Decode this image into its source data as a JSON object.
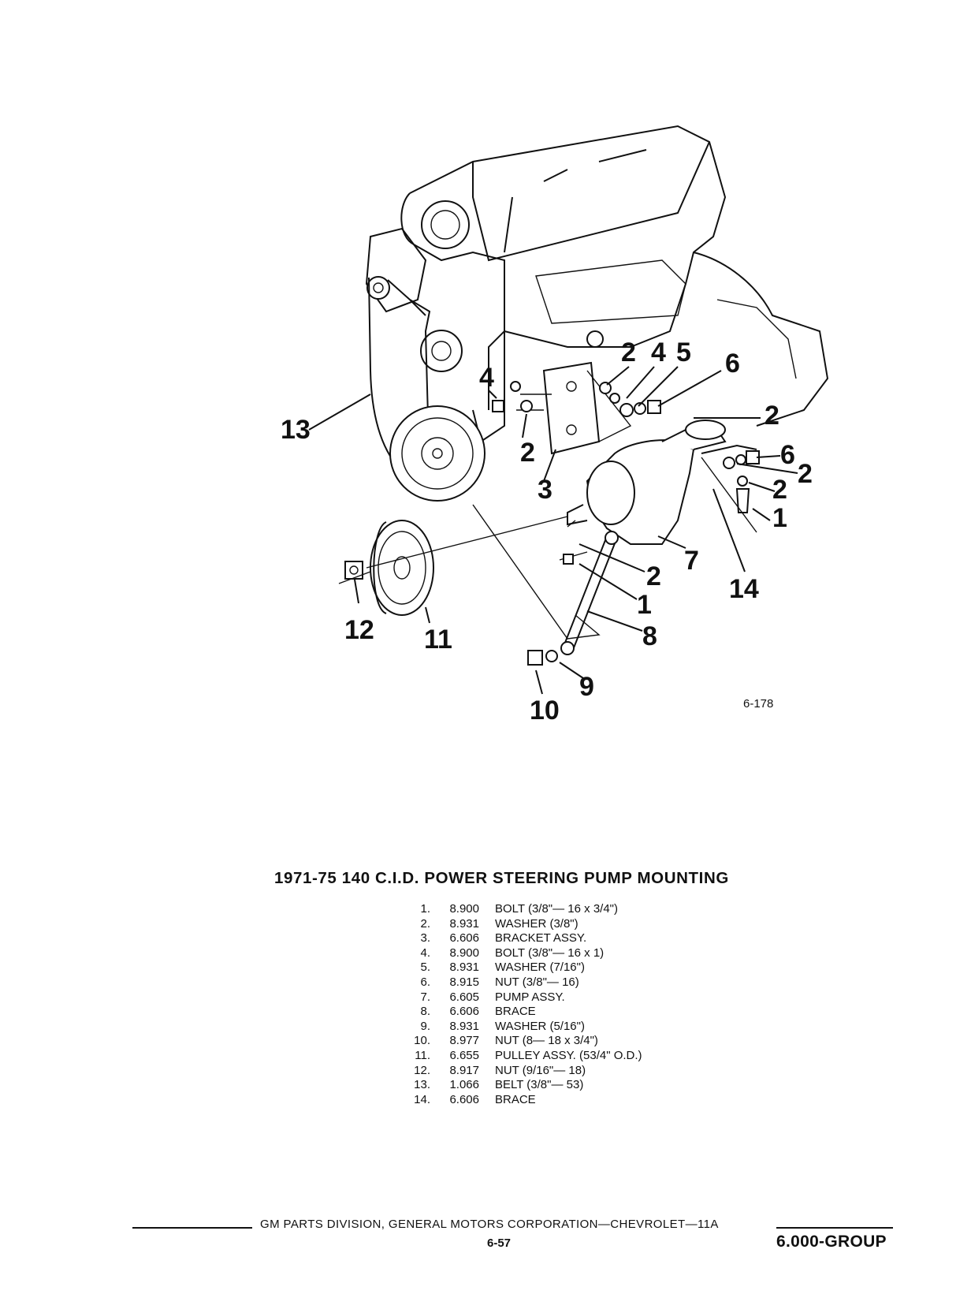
{
  "figure": {
    "number": "6-178",
    "callouts": {
      "c13": "13",
      "c12": "12",
      "c11": "11",
      "c10": "10",
      "c9": "9",
      "c8": "8",
      "c7": "7",
      "c14": "14",
      "c3": "3",
      "c4a": "4",
      "c2a": "2",
      "c2b": "2",
      "c4b": "4",
      "c5": "5",
      "c6a": "6",
      "c2c": "2",
      "c6b": "6",
      "c2d": "2",
      "c2e": "2",
      "c1a": "1",
      "c2f": "2",
      "c1b": "1"
    }
  },
  "title": "1971-75 140 C.I.D. POWER STEERING PUMP MOUNTING",
  "parts": [
    {
      "num": "1.",
      "code": "8.900",
      "desc": "BOLT (3/8\"— 16 x 3/4\")"
    },
    {
      "num": "2.",
      "code": "8.931",
      "desc": "WASHER (3/8\")"
    },
    {
      "num": "3.",
      "code": "6.606",
      "desc": "BRACKET ASSY."
    },
    {
      "num": "4.",
      "code": "8.900",
      "desc": "BOLT (3/8\"— 16 x 1)"
    },
    {
      "num": "5.",
      "code": "8.931",
      "desc": "WASHER (7/16\")"
    },
    {
      "num": "6.",
      "code": "8.915",
      "desc": "NUT (3/8\"— 16)"
    },
    {
      "num": "7.",
      "code": "6.605",
      "desc": "PUMP ASSY."
    },
    {
      "num": "8.",
      "code": "6.606",
      "desc": "BRACE"
    },
    {
      "num": "9.",
      "code": "8.931",
      "desc": "WASHER (5/16\")"
    },
    {
      "num": "10.",
      "code": "8.977",
      "desc": "NUT (8— 18 x 3/4\")"
    },
    {
      "num": "11.",
      "code": "6.655",
      "desc": "PULLEY ASSY. (53/4\" O.D.)"
    },
    {
      "num": "12.",
      "code": "8.917",
      "desc": "NUT (9/16\"— 18)"
    },
    {
      "num": "13.",
      "code": "1.066",
      "desc": "BELT (3/8\"— 53)"
    },
    {
      "num": "14.",
      "code": "6.606",
      "desc": "BRACE"
    }
  ],
  "footer": {
    "text": "GM PARTS DIVISION, GENERAL MOTORS CORPORATION—CHEVROLET—11A",
    "page": "6-57",
    "group": "6.000-GROUP"
  }
}
